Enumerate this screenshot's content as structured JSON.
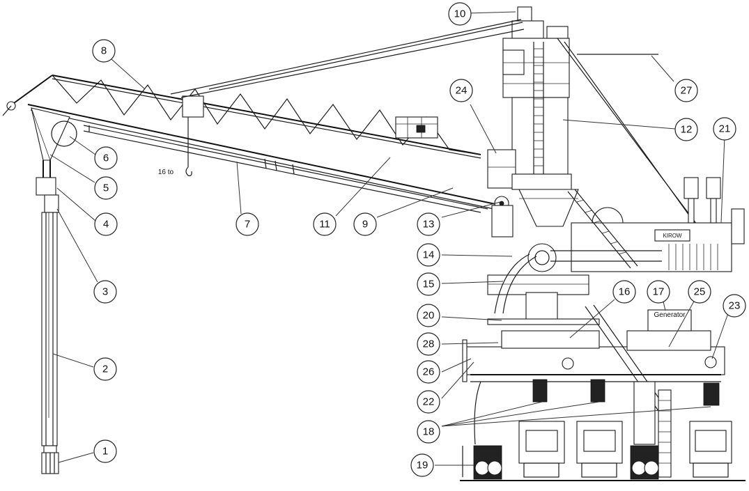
{
  "callouts": [
    {
      "id": "c1",
      "number": "1"
    },
    {
      "id": "c2",
      "number": "2"
    },
    {
      "id": "c3",
      "number": "3"
    },
    {
      "id": "c4",
      "number": "4"
    },
    {
      "id": "c5",
      "number": "5"
    },
    {
      "id": "c6",
      "number": "6"
    },
    {
      "id": "c7",
      "number": "7"
    },
    {
      "id": "c8",
      "number": "8"
    },
    {
      "id": "c9",
      "number": "9"
    },
    {
      "id": "c10",
      "number": "10"
    },
    {
      "id": "c11",
      "number": "11"
    },
    {
      "id": "c12",
      "number": "12"
    },
    {
      "id": "c13",
      "number": "13"
    },
    {
      "id": "c14",
      "number": "14"
    },
    {
      "id": "c15",
      "number": "15"
    },
    {
      "id": "c16",
      "number": "16"
    },
    {
      "id": "c17",
      "number": "17"
    },
    {
      "id": "c18",
      "number": "18"
    },
    {
      "id": "c19",
      "number": "19"
    },
    {
      "id": "c20",
      "number": "20"
    },
    {
      "id": "c21",
      "number": "21"
    },
    {
      "id": "c22",
      "number": "22"
    },
    {
      "id": "c23",
      "number": "23"
    },
    {
      "id": "c24",
      "number": "24"
    },
    {
      "id": "c25",
      "number": "25"
    },
    {
      "id": "c26",
      "number": "26"
    },
    {
      "id": "c27",
      "number": "27"
    },
    {
      "id": "c28",
      "number": "28"
    }
  ],
  "labels": {
    "hook_capacity": "16 to",
    "generator": "Generator",
    "enclosure_nameplate": "KIROW"
  }
}
